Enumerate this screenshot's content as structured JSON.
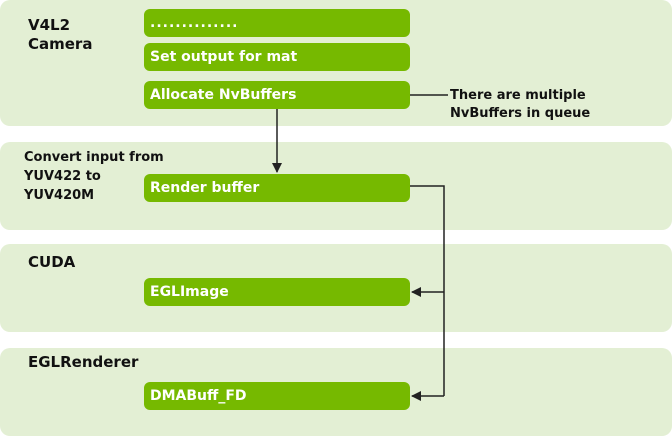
{
  "panels": {
    "camera": {
      "label": "V4L2\nCamera"
    },
    "convert": {
      "label": "Convert input from\nYUV422 to\nYUV420M"
    },
    "cuda": {
      "label": "CUDA"
    },
    "renderer": {
      "label": "EGLRenderer"
    }
  },
  "boxes": {
    "dots": "..............",
    "set_output": "Set output for mat",
    "allocate": "Allocate NvBuffers",
    "render_buffer": "Render buffer",
    "eglimage": "EGLImage",
    "dmabuff": "DMABuff_FD"
  },
  "annotation": "There are multiple\nNvBuffers in queue",
  "colors": {
    "panel": "#e3efd4",
    "box": "#76b900",
    "box_text": "#ffffff",
    "connector": "#222222"
  }
}
